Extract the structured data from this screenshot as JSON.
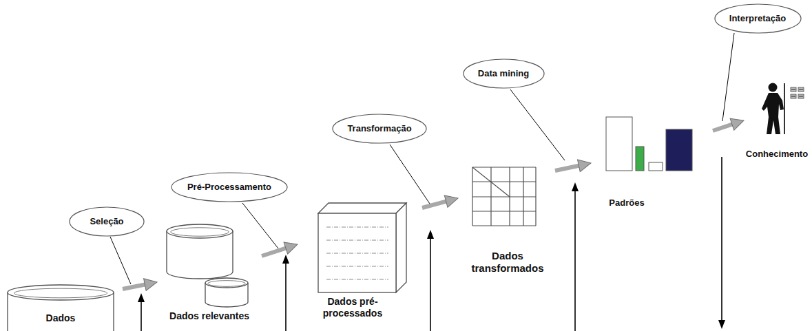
{
  "diagram": {
    "nodes": [
      {
        "text": [
          "Dados"
        ]
      },
      {
        "text": [
          "Dados relevantes"
        ]
      },
      {
        "text": [
          "Dados pré-processados"
        ]
      },
      {
        "text": [
          "Dados transformados"
        ]
      },
      {
        "text": [
          "Padrões"
        ]
      },
      {
        "text": [
          "Conhecimento"
        ]
      },
      {
        "text": [
          "Seleção"
        ]
      },
      {
        "text": [
          "Pré-Processamento"
        ]
      },
      {
        "text": [
          "Transformação"
        ]
      },
      {
        "text": [
          "Data mining"
        ]
      },
      {
        "text": [
          "Interpretação"
        ]
      }
    ],
    "edges": [
      {
        "from": 0,
        "to": 1,
        "arrow": "to"
      },
      {
        "from": 1,
        "to": 2,
        "arrow": "to"
      },
      {
        "from": 2,
        "to": 3,
        "arrow": "to"
      },
      {
        "from": 3,
        "to": 4,
        "arrow": "to"
      },
      {
        "from": 4,
        "to": 5,
        "arrow": "to"
      }
    ]
  }
}
